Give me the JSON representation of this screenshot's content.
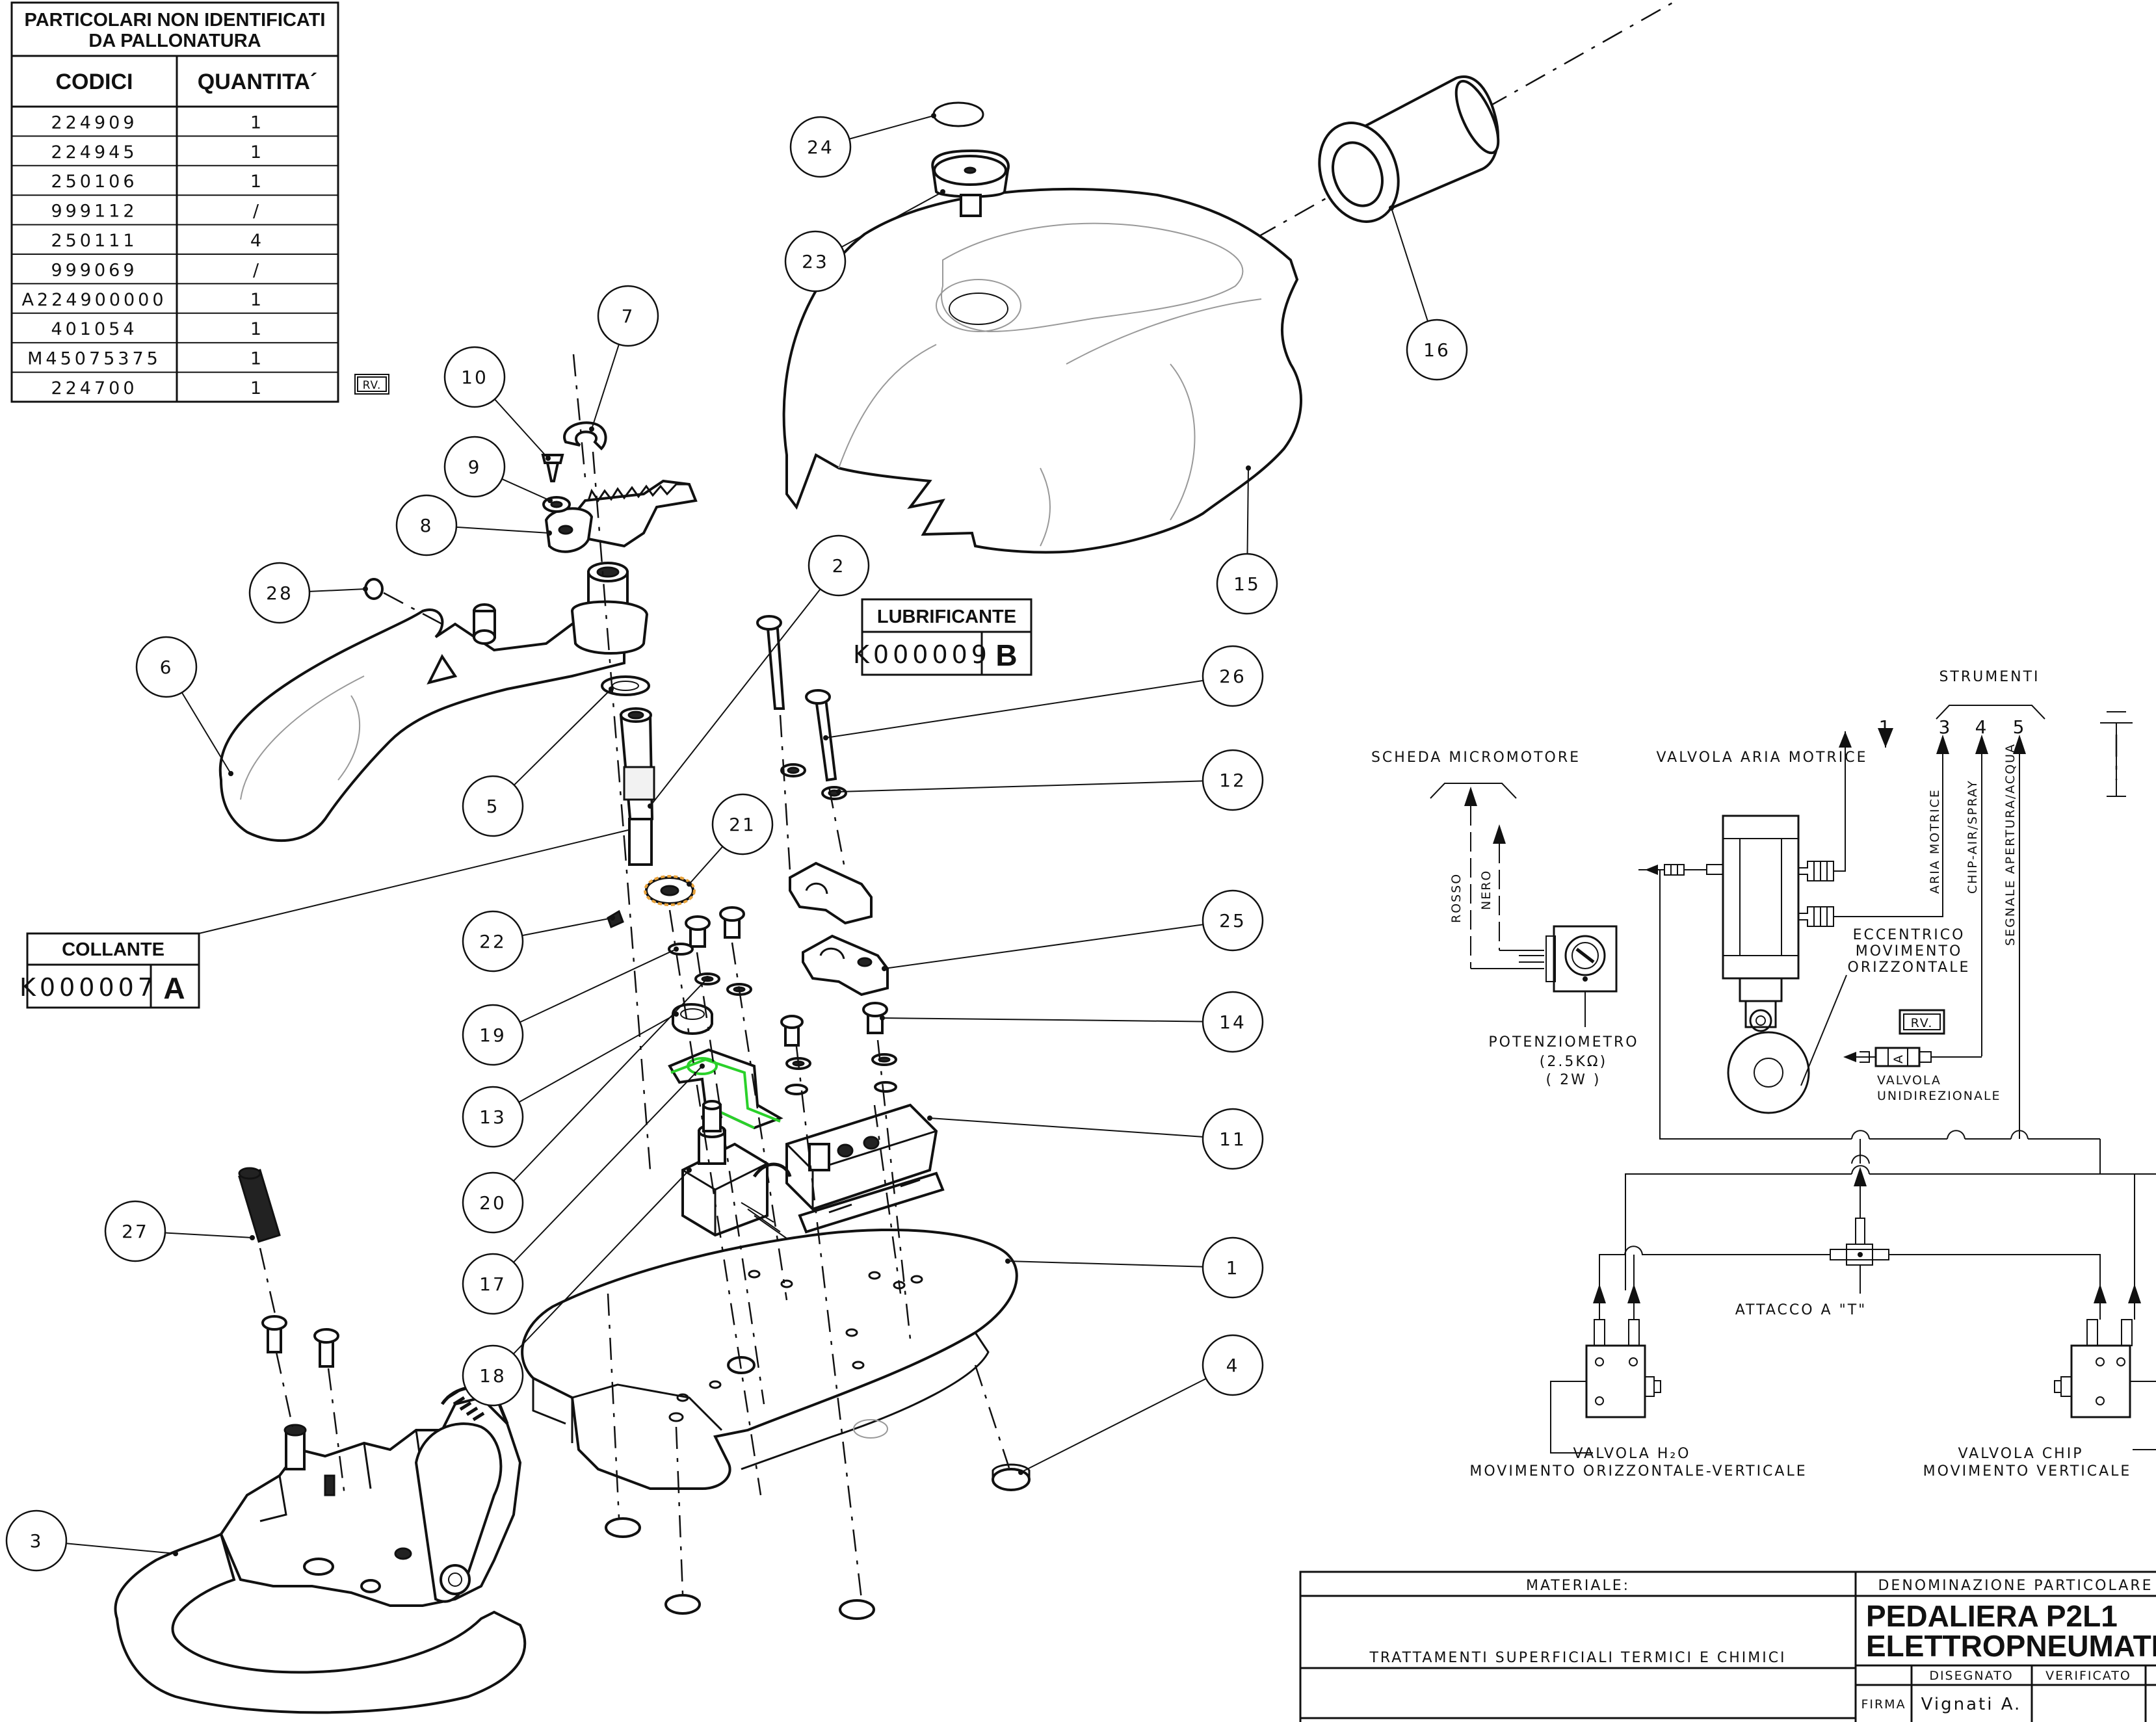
{
  "parts_table": {
    "title_line1": "PARTICOLARI NON IDENTIFICATI",
    "title_line2": "DA PALLONATURA",
    "col_code": "CODICI",
    "col_qty": "QUANTITA´",
    "rows": [
      {
        "code": "224909",
        "qty": "1"
      },
      {
        "code": "224945",
        "qty": "1"
      },
      {
        "code": "250106",
        "qty": "1"
      },
      {
        "code": "999112",
        "qty": "/"
      },
      {
        "code": "250111",
        "qty": "4"
      },
      {
        "code": "999069",
        "qty": "/"
      },
      {
        "code": "A224900000",
        "qty": "1"
      },
      {
        "code": "401054",
        "qty": "1"
      },
      {
        "code": "M45075375",
        "qty": "1"
      },
      {
        "code": "224700",
        "qty": "1"
      }
    ],
    "rv_tag": "RV."
  },
  "lubricant_box": {
    "label": "LUBRIFICANTE",
    "code": "K000009",
    "letter": "B"
  },
  "glue_box": {
    "label": "COLLANTE",
    "code": "K000007",
    "letter": "A"
  },
  "balloons": [
    "1",
    "2",
    "3",
    "4",
    "5",
    "6",
    "7",
    "8",
    "9",
    "10",
    "11",
    "12",
    "13",
    "14",
    "15",
    "16",
    "17",
    "18",
    "19",
    "20",
    "21",
    "22",
    "23",
    "24",
    "25",
    "26",
    "27",
    "28"
  ],
  "pneumatic": {
    "strumenti": "STRUMENTI",
    "instrument_numbers": [
      "1",
      "3",
      "4",
      "5"
    ],
    "scheda": "SCHEDA MICROMOTORE",
    "rosso": "ROSSO",
    "nero": "NERO",
    "potenziometro": "POTENZIOMETRO",
    "pot_value": "(2.5KΩ)",
    "pot_power": "( 2W )",
    "valvola_aria": "VALVOLA ARIA MOTRICE",
    "aria_motrice": "ARIA MOTRICE",
    "chip_air": "CHIP-AIR/SPRAY",
    "segnale": "SEGNALE APERTURA/ACQUA",
    "eccentrico_1": "ECCENTRICO",
    "eccentrico_2": "MOVIMENTO",
    "eccentrico_3": "ORIZZONTALE",
    "rv_tag": "RV.",
    "valve_letter": "A",
    "valvola_uni_1": "VALVOLA",
    "valvola_uni_2": "UNIDIREZIONALE",
    "attacco": "ATTACCO A \"T\"",
    "h2o_1": "VALVOLA H₂O",
    "h2o_2": "MOVIMENTO ORIZZONTALE-VERTICALE",
    "chip_1": "VALVOLA CHIP",
    "chip_2": "MOVIMENTO VERTICALE"
  },
  "title_block": {
    "materiale": "MATERIALE:",
    "trattamenti": "TRATTAMENTI SUPERFICIALI TERMICI E CHIMICI",
    "denominazione": "DENOMINAZIONE PARTICOLARE",
    "name_line1": "PEDALIERA P2L1",
    "name_line2": "ELETTROPNEUMATICA",
    "disegnato": "DISEGNATO",
    "verificato": "VERIFICATO",
    "firma": "FIRMA",
    "author": "Vignati A."
  }
}
